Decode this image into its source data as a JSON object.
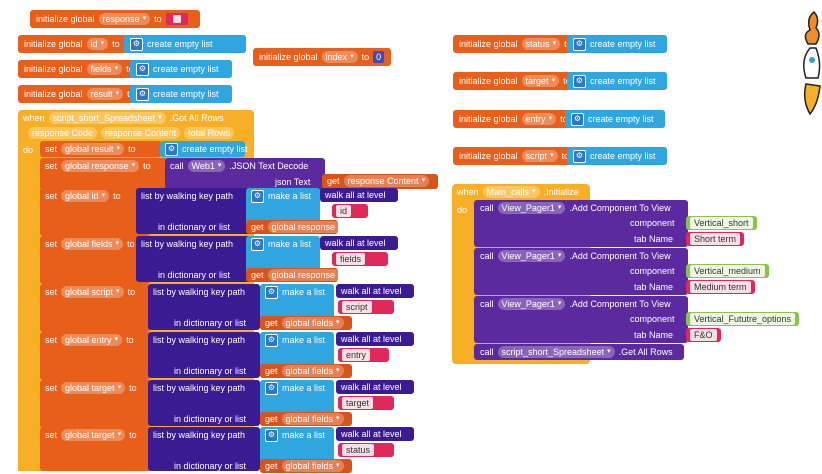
{
  "kw": {
    "initialize_global": "initialize global",
    "to": "to",
    "create_empty_list": "create empty list",
    "when": "when",
    "do": "do",
    "set": "set",
    "call": "call",
    "get": "get",
    "list_by_walking_key_path": "list by walking key path",
    "make_a_list": "make a list",
    "walk_all_at_level": "walk all at level",
    "in_dictionary_or_list": "in dictionary or list",
    "json_text": "json Text",
    "component": "component",
    "tab_name": "tab Name"
  },
  "globals_left": [
    {
      "name": "response",
      "value_type": "text_empty"
    },
    {
      "name": "id",
      "value_type": "create_empty_list"
    },
    {
      "name": "fields",
      "value_type": "create_empty_list"
    },
    {
      "name": "result",
      "value_type": "create_empty_list"
    }
  ],
  "global_index": {
    "name": "index",
    "value": "0"
  },
  "globals_right": [
    "status",
    "target",
    "entry",
    "script"
  ],
  "event_got_all_rows": {
    "component": "script_short_Spreadsheet",
    "event": ".Got All Rows",
    "params": [
      "response Code",
      "response Content",
      "total Rows"
    ],
    "set_result": "global result",
    "set_response": "global response",
    "decode_component": "Web1",
    "decode_method": ".JSON Text Decode",
    "get_response_content": "response Content",
    "walk_blocks": [
      {
        "var": "global id",
        "key": "id",
        "dict": "global response"
      },
      {
        "var": "global fields",
        "key": "fields",
        "dict": "global response"
      },
      {
        "var": "global script",
        "key": "script",
        "dict": "global fields"
      },
      {
        "var": "global entry",
        "key": "entry",
        "dict": "global fields"
      },
      {
        "var": "global target",
        "key": "target",
        "dict": "global fields"
      },
      {
        "var": "global target",
        "key": "status",
        "dict": "global fields"
      }
    ]
  },
  "event_initialize": {
    "component": "Main_calls",
    "event": ".Initialize",
    "calls": [
      {
        "component": "View_Pager1",
        "method": ".Add Component To View",
        "arg_component": "Vertical_short",
        "tab": "Short term"
      },
      {
        "component": "View_Pager1",
        "method": ".Add Component To View",
        "arg_component": "Vertical_medium",
        "tab": "Medium term"
      },
      {
        "component": "View_Pager1",
        "method": ".Add Component To View",
        "arg_component": "Vertical_Fututre_options",
        "tab": "F&O"
      }
    ],
    "last_call_component": "script_short_Spreadsheet",
    "last_call_method": ".Get All Rows"
  }
}
